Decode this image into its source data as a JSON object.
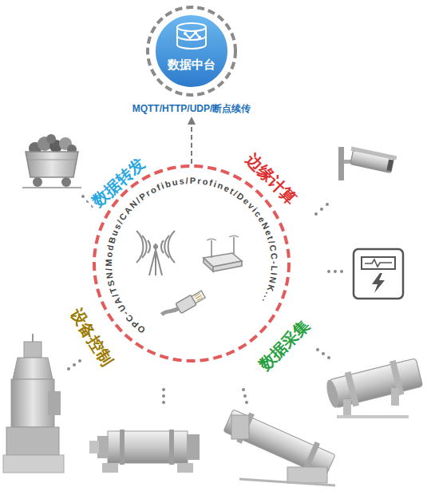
{
  "diagram": {
    "nodes": [
      {
        "text": [
          "数据中台",
          "MQTT/HTTP/UDP/断点续传"
        ]
      },
      {
        "text": [
          "OPC-UA/TSN/ModBus/CAN/Profibus/Profinet/DeviceNet/CC-LINK..."
        ]
      }
    ],
    "edges": [
      {
        "from": 1,
        "to": 0,
        "arrow": "to"
      }
    ],
    "labels": [
      "数据转发",
      "边缘计算",
      "设备控制",
      "数据采集"
    ]
  }
}
